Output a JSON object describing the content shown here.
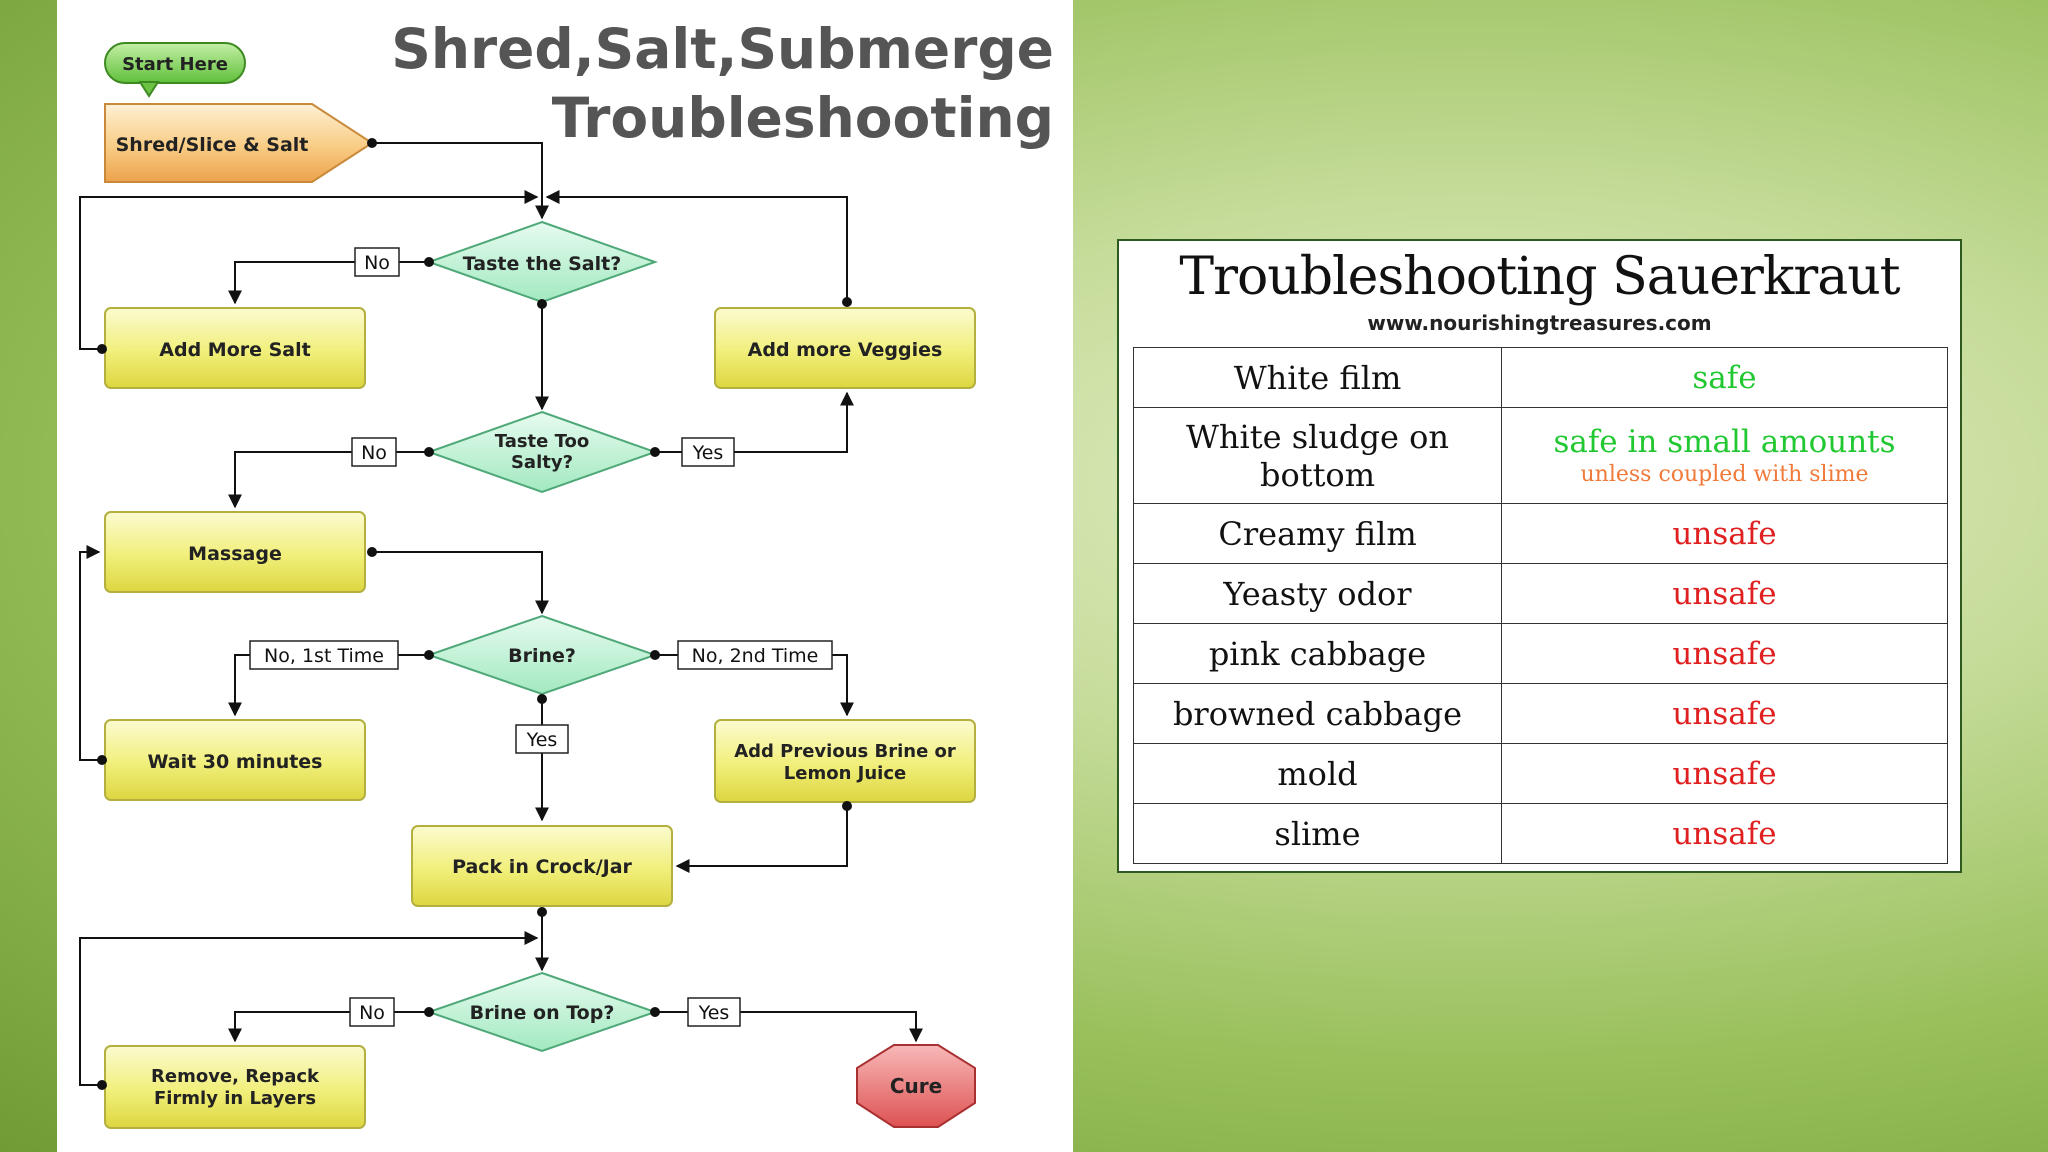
{
  "flowchart": {
    "title_line1": "Shred,Salt,Submerge",
    "title_line2": "Troubleshooting",
    "start": "Start Here",
    "shred": "Shred/Slice & Salt",
    "taste_salt": "Taste the Salt?",
    "add_salt": "Add More Salt",
    "add_veggies": "Add more Veggies",
    "too_salty_l1": "Taste Too",
    "too_salty_l2": "Salty?",
    "massage": "Massage",
    "brine": "Brine?",
    "wait": "Wait 30 minutes",
    "prev_brine_l1": "Add Previous Brine or",
    "prev_brine_l2": "Lemon Juice",
    "pack": "Pack in Crock/Jar",
    "brine_top": "Brine on Top?",
    "remove_l1": "Remove, Repack",
    "remove_l2": "Firmly in Layers",
    "cure": "Cure",
    "edge_no": "No",
    "edge_yes": "Yes",
    "edge_no_first": "No, 1st Time",
    "edge_no_second": "No, 2nd Time"
  },
  "table": {
    "title": "Troubleshooting Sauerkraut",
    "url": "www.nourishingtreasures.com",
    "rows": [
      {
        "condition": "White film",
        "status": "safe"
      },
      {
        "condition": "White sludge on bottom",
        "status": "safe in small amounts",
        "note": "unless coupled with slime"
      },
      {
        "condition": "Creamy film",
        "status": "unsafe"
      },
      {
        "condition": "Yeasty odor",
        "status": "unsafe"
      },
      {
        "condition": "pink cabbage",
        "status": "unsafe"
      },
      {
        "condition": "browned cabbage",
        "status": "unsafe"
      },
      {
        "condition": "mold",
        "status": "unsafe"
      },
      {
        "condition": "slime",
        "status": "unsafe"
      }
    ],
    "colors": {
      "safe": "#22c832",
      "unsafe": "#e02020",
      "note": "#f07a3a"
    }
  }
}
